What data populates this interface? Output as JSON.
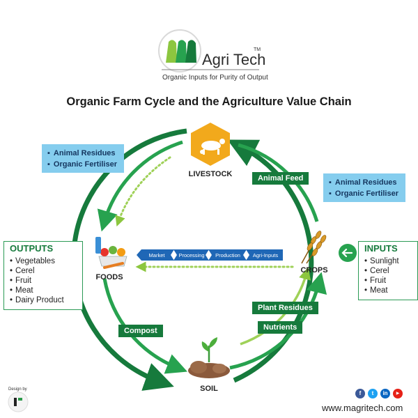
{
  "logo": {
    "name": "Agri Tech",
    "trademark": "TM",
    "tagline": "Organic Inputs for Purity of Output"
  },
  "title": "Organic Farm Cycle and the Agriculture Value Chain",
  "nodes": {
    "livestock": "LIVESTOCK",
    "crops": "CROPS",
    "soil": "SOIL",
    "foods": "FOODS"
  },
  "tags": {
    "animal_feed": "Animal Feed",
    "plant_residues": "Plant Residues",
    "nutrients": "Nutrients",
    "compost": "Compost"
  },
  "left_info": [
    "Animal Residues",
    "Organic Fertiliser"
  ],
  "right_info": [
    "Animal Residues",
    "Organic Fertiliser"
  ],
  "outputs": {
    "title": "OUTPUTS",
    "items": [
      "Vegetables",
      "Cerel",
      "Fruit",
      "Meat",
      "Dairy Product"
    ]
  },
  "inputs": {
    "title": "INPUTS",
    "items": [
      "Sunlight",
      "Cerel",
      "Fruit",
      "Meat"
    ]
  },
  "value_chain": [
    "Market",
    "Processing",
    "Production",
    "Agri-Inputs"
  ],
  "footer": {
    "design_by": "Design by",
    "website": "www.magritech.com",
    "social": [
      {
        "icon": "facebook-icon",
        "glyph": "f",
        "color": "#3b5998"
      },
      {
        "icon": "twitter-icon",
        "glyph": "t",
        "color": "#1da1f2"
      },
      {
        "icon": "linkedin-icon",
        "glyph": "in",
        "color": "#0a66c2"
      },
      {
        "icon": "youtube-icon",
        "glyph": "▶",
        "color": "#e62117"
      }
    ]
  },
  "colors": {
    "dark_green": "#167a3c",
    "mid_green": "#1e9a4a",
    "light_green": "#9fd158",
    "light_blue": "#85cdee",
    "navy": "#15365f",
    "chain_blue": "#1f67b6",
    "hex_gold": "#f2a91c"
  }
}
